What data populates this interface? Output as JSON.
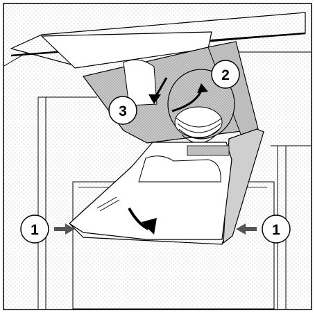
{
  "illustration": "appliance-filter-removal",
  "callouts": [
    {
      "id": "callout-1-left",
      "label": "1"
    },
    {
      "id": "callout-2",
      "label": "2"
    },
    {
      "id": "callout-3",
      "label": "3"
    },
    {
      "id": "callout-1-right",
      "label": "1"
    }
  ],
  "colors": {
    "line": "#000000",
    "shade": "#d4d4d4",
    "shade_dark": "#a9a9a9",
    "background": "#ffffff"
  },
  "icons": {
    "press_arrow": "arrow-right-icon",
    "rotate_arrow": "curved-arrow-icon"
  }
}
